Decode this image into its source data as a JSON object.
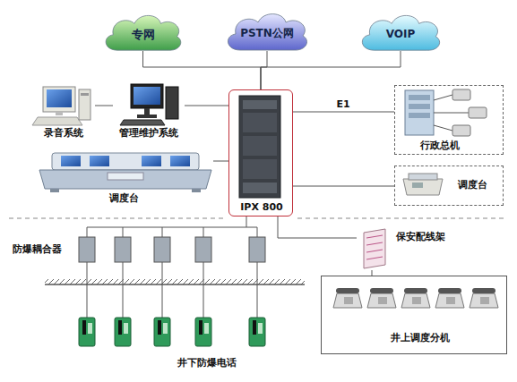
{
  "diagram": {
    "nodes": [
      {
        "text": [
          "专网"
        ]
      },
      {
        "text": [
          "PSTN公网"
        ]
      },
      {
        "text": [
          "VOIP"
        ]
      },
      {
        "text": [
          "录音系统"
        ]
      },
      {
        "text": [
          "管理维护系统"
        ]
      },
      {
        "text": [
          "IPX 800"
        ]
      },
      {
        "text": [
          "行政总机"
        ]
      },
      {
        "text": [
          "调度台"
        ]
      },
      {
        "text": [
          "调度台"
        ]
      },
      {
        "text": [
          "保安配线架"
        ]
      },
      {
        "text": [
          "井上调度分机"
        ]
      }
    ],
    "edges": [
      {
        "from": 0,
        "to": 5,
        "arrow": "none"
      },
      {
        "from": 1,
        "to": 5,
        "arrow": "none"
      },
      {
        "from": 2,
        "to": 5,
        "arrow": "none"
      },
      {
        "from": 3,
        "to": 4,
        "arrow": "none"
      },
      {
        "from": 4,
        "to": 5,
        "arrow": "none"
      },
      {
        "from": 7,
        "to": 5,
        "arrow": "none"
      },
      {
        "from": 5,
        "to": 6,
        "label": "E1",
        "arrow": "none"
      },
      {
        "from": 5,
        "to": 8,
        "arrow": "none"
      },
      {
        "from": 5,
        "to": 9,
        "arrow": "none"
      },
      {
        "from": 9,
        "to": 10,
        "arrow": "none"
      }
    ],
    "labels": [
      "防爆耦合器",
      "井下防爆电话"
    ]
  }
}
